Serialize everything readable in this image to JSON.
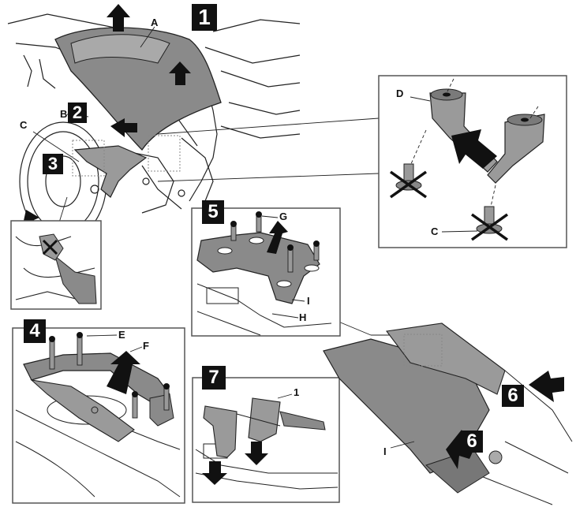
{
  "steps": {
    "s1": "1",
    "s2": "2",
    "s3": "3",
    "s4": "4",
    "s5": "5",
    "s6a": "6",
    "s6b": "6",
    "s7": "7"
  },
  "labels": {
    "a": "A",
    "b": "B",
    "c_main": "C",
    "c_detail": "C",
    "d": "D",
    "e": "E",
    "f": "F",
    "g": "G",
    "h": "H",
    "i_panel5": "I",
    "i_main": "I",
    "one": "1"
  }
}
